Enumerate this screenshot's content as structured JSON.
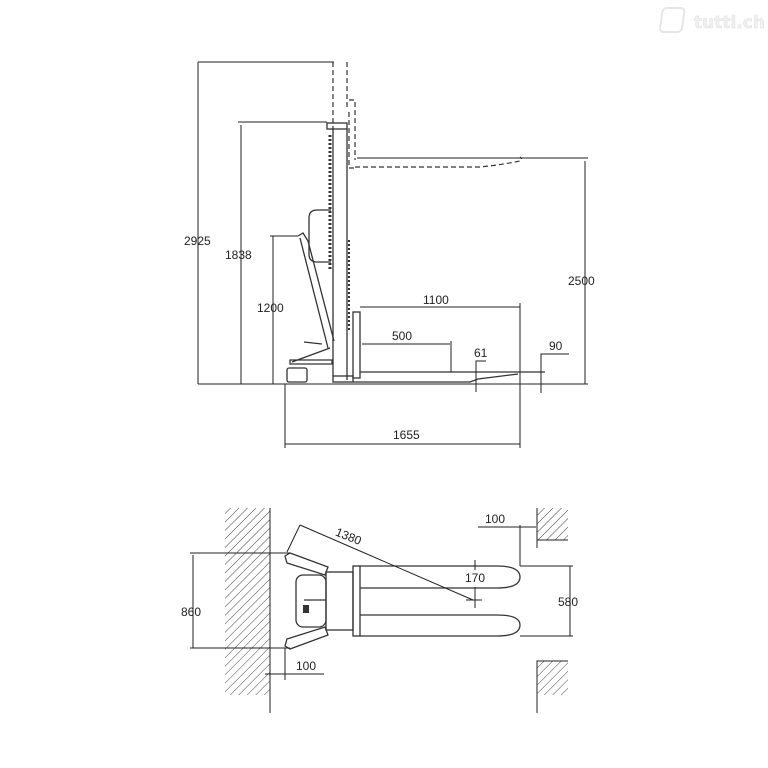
{
  "watermark": "tutti.ch",
  "side_view": {
    "dimensions": {
      "overall_height": "2925",
      "mast_height": "1838",
      "handle_height": "1200",
      "lift_height": "2500",
      "fork_length": "1100",
      "load_center": "500",
      "fork_thickness": "61",
      "min_height": "90",
      "overall_length": "1655"
    }
  },
  "top_view": {
    "dimensions": {
      "turning_radius": "1380",
      "overall_width": "860",
      "fork_outer_width": "580",
      "fork_width": "170",
      "aisle_clearance_top": "100",
      "aisle_clearance_bottom": "100"
    }
  }
}
